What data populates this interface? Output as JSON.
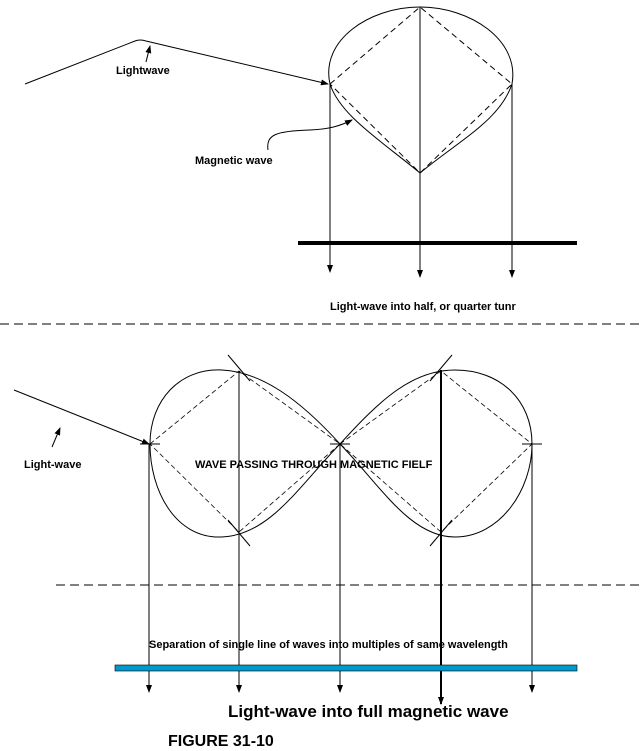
{
  "top_diagram": {
    "lightwave_label": "Lightwave",
    "magnetic_wave_label": "Magnetic wave",
    "caption": "Light-wave into half, or quarter tunr"
  },
  "bottom_diagram": {
    "lightwave_label": "Light-wave",
    "field_label": "WAVE PASSING THROUGH MAGNETIC FIELF",
    "separation_caption": "Separation of single line of waves  into multiples of same wavelength",
    "result_caption": "Light-wave into full  magnetic wave",
    "bar_color": "#0099cc"
  },
  "figure_label": "FIGURE 31-10"
}
